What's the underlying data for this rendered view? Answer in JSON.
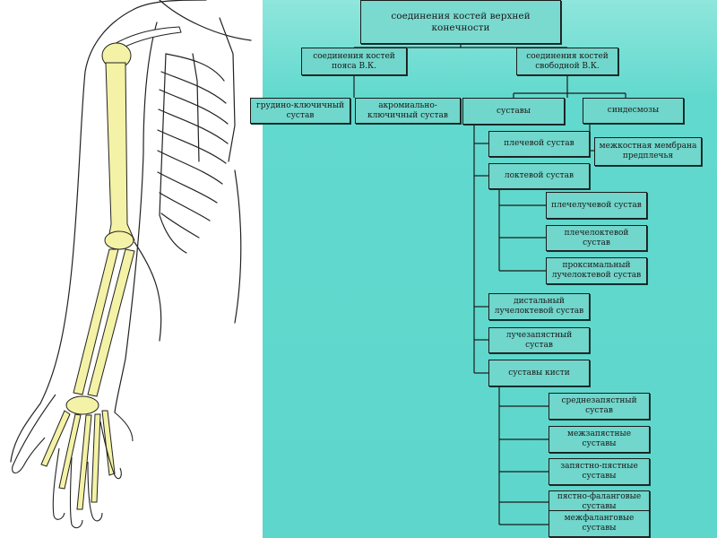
{
  "colors": {
    "bone": "#f4f2a6",
    "background": "#62d9ce",
    "box": "#71d6cb"
  },
  "diagram": {
    "root": "соединения костей верхней конечности",
    "girdle": "соединения костей пояса В.К.",
    "free": "соединения костей свободной В.К.",
    "sternoclavicular": "грудино-ключичный сустав",
    "acromioclavicular": "акромиально-ключичный сустав",
    "joints": "суставы",
    "syndesmoses": "синдесмозы",
    "interosseous": "межкостная мембрана предплечья",
    "shoulder": "плечевой сустав",
    "elbow": "локтевой сустав",
    "humeroradial": "плечелучевой сустав",
    "humeroulnar": "плечелоктевой сустав",
    "proximal_radioulnar": "проксимальный лучелоктевой сустав",
    "distal_radioulnar": "дистальный лучелоктевой сустав",
    "radiocarpal": "лучезапястный сустав",
    "hand_joints": "суставы кисти",
    "midcarpal": "среднезапястный сустав",
    "intercarpal": "межзапястные суставы",
    "carpometacarpal": "запястно-пястные суставы",
    "metacarpophalangeal": "пястно-фаланговые суставы",
    "interphalangeal": "межфаланговые суставы"
  }
}
